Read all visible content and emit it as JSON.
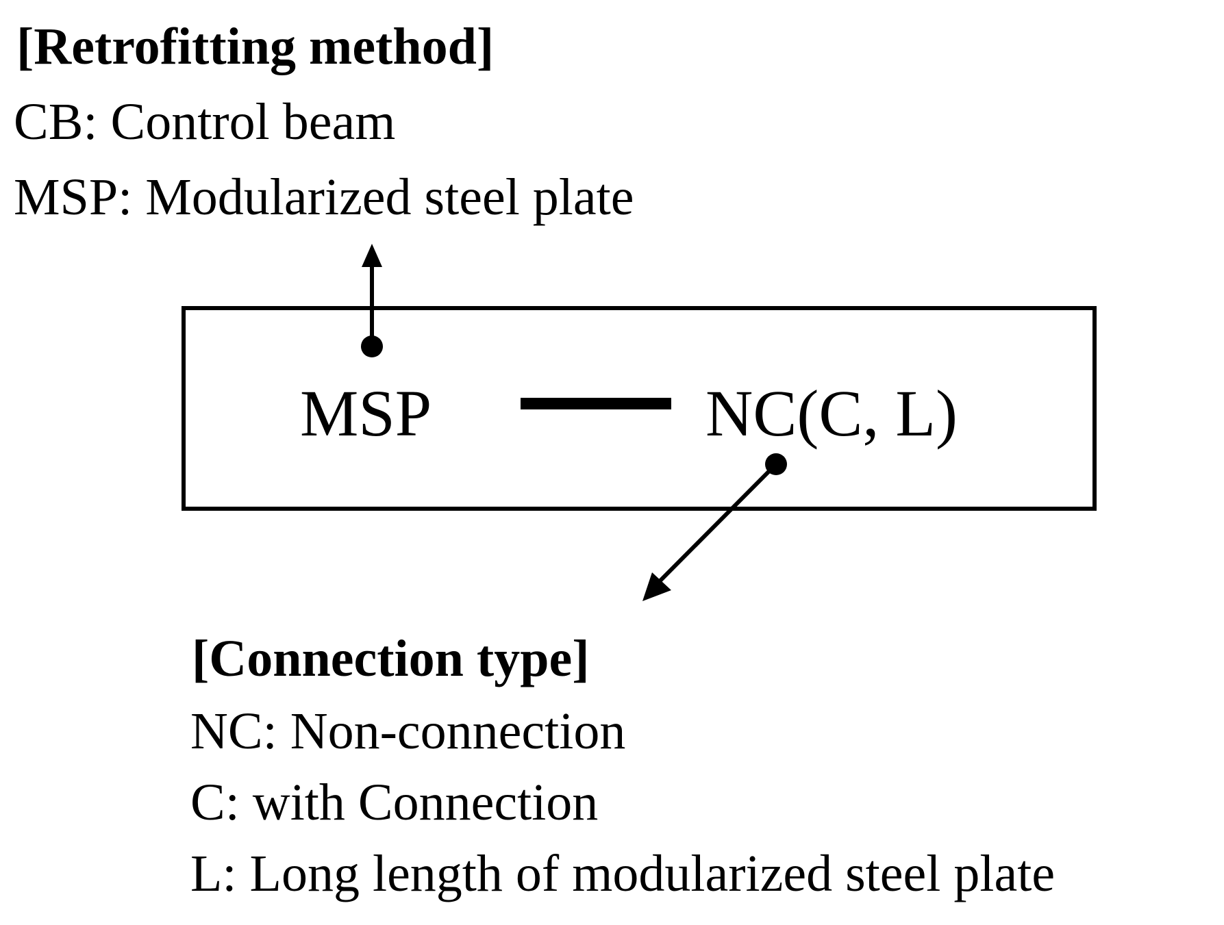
{
  "retrofitting": {
    "heading": "[Retrofitting method]",
    "items": [
      "CB: Control beam",
      "MSP: Modularized steel plate"
    ]
  },
  "specimen": {
    "method_code": "MSP",
    "connection_code": "NC(C, L)"
  },
  "connection": {
    "heading": "[Connection type]",
    "items": [
      "NC: Non-connection",
      "C: with Connection",
      "L: Long length of modularized steel plate"
    ]
  }
}
